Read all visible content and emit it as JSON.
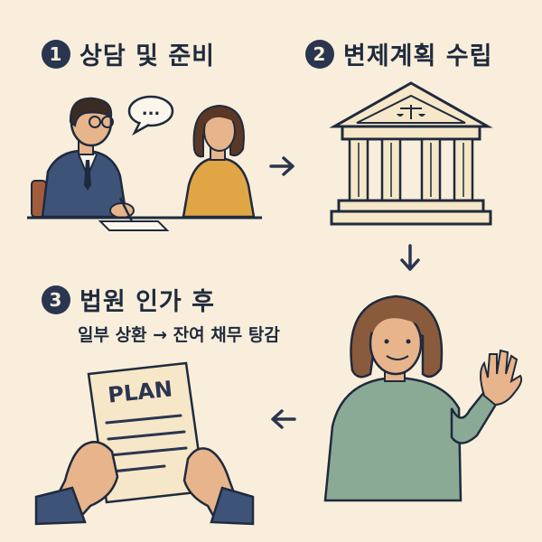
{
  "steps": [
    {
      "number": "1",
      "title": "상담 및 준비"
    },
    {
      "number": "2",
      "title": "변제계획 수립"
    },
    {
      "number": "3",
      "title": "법원 인가 후",
      "subtitle": "일부 상환 → 잔여 채무 탕감"
    }
  ],
  "plan_paper": {
    "label": "PLAN"
  },
  "speech_bubble": {
    "text": "..."
  },
  "icons": [
    "consultation-scene",
    "courthouse-icon",
    "waving-woman",
    "plan-document-hands",
    "arrow-right-icon",
    "arrow-down-icon",
    "arrow-left-icon"
  ],
  "colors": {
    "background": "#f8eedb",
    "navy": "#2a3550",
    "mustard": "#e0a545",
    "sage": "#8aaa96",
    "cream": "#f6e7c8"
  }
}
